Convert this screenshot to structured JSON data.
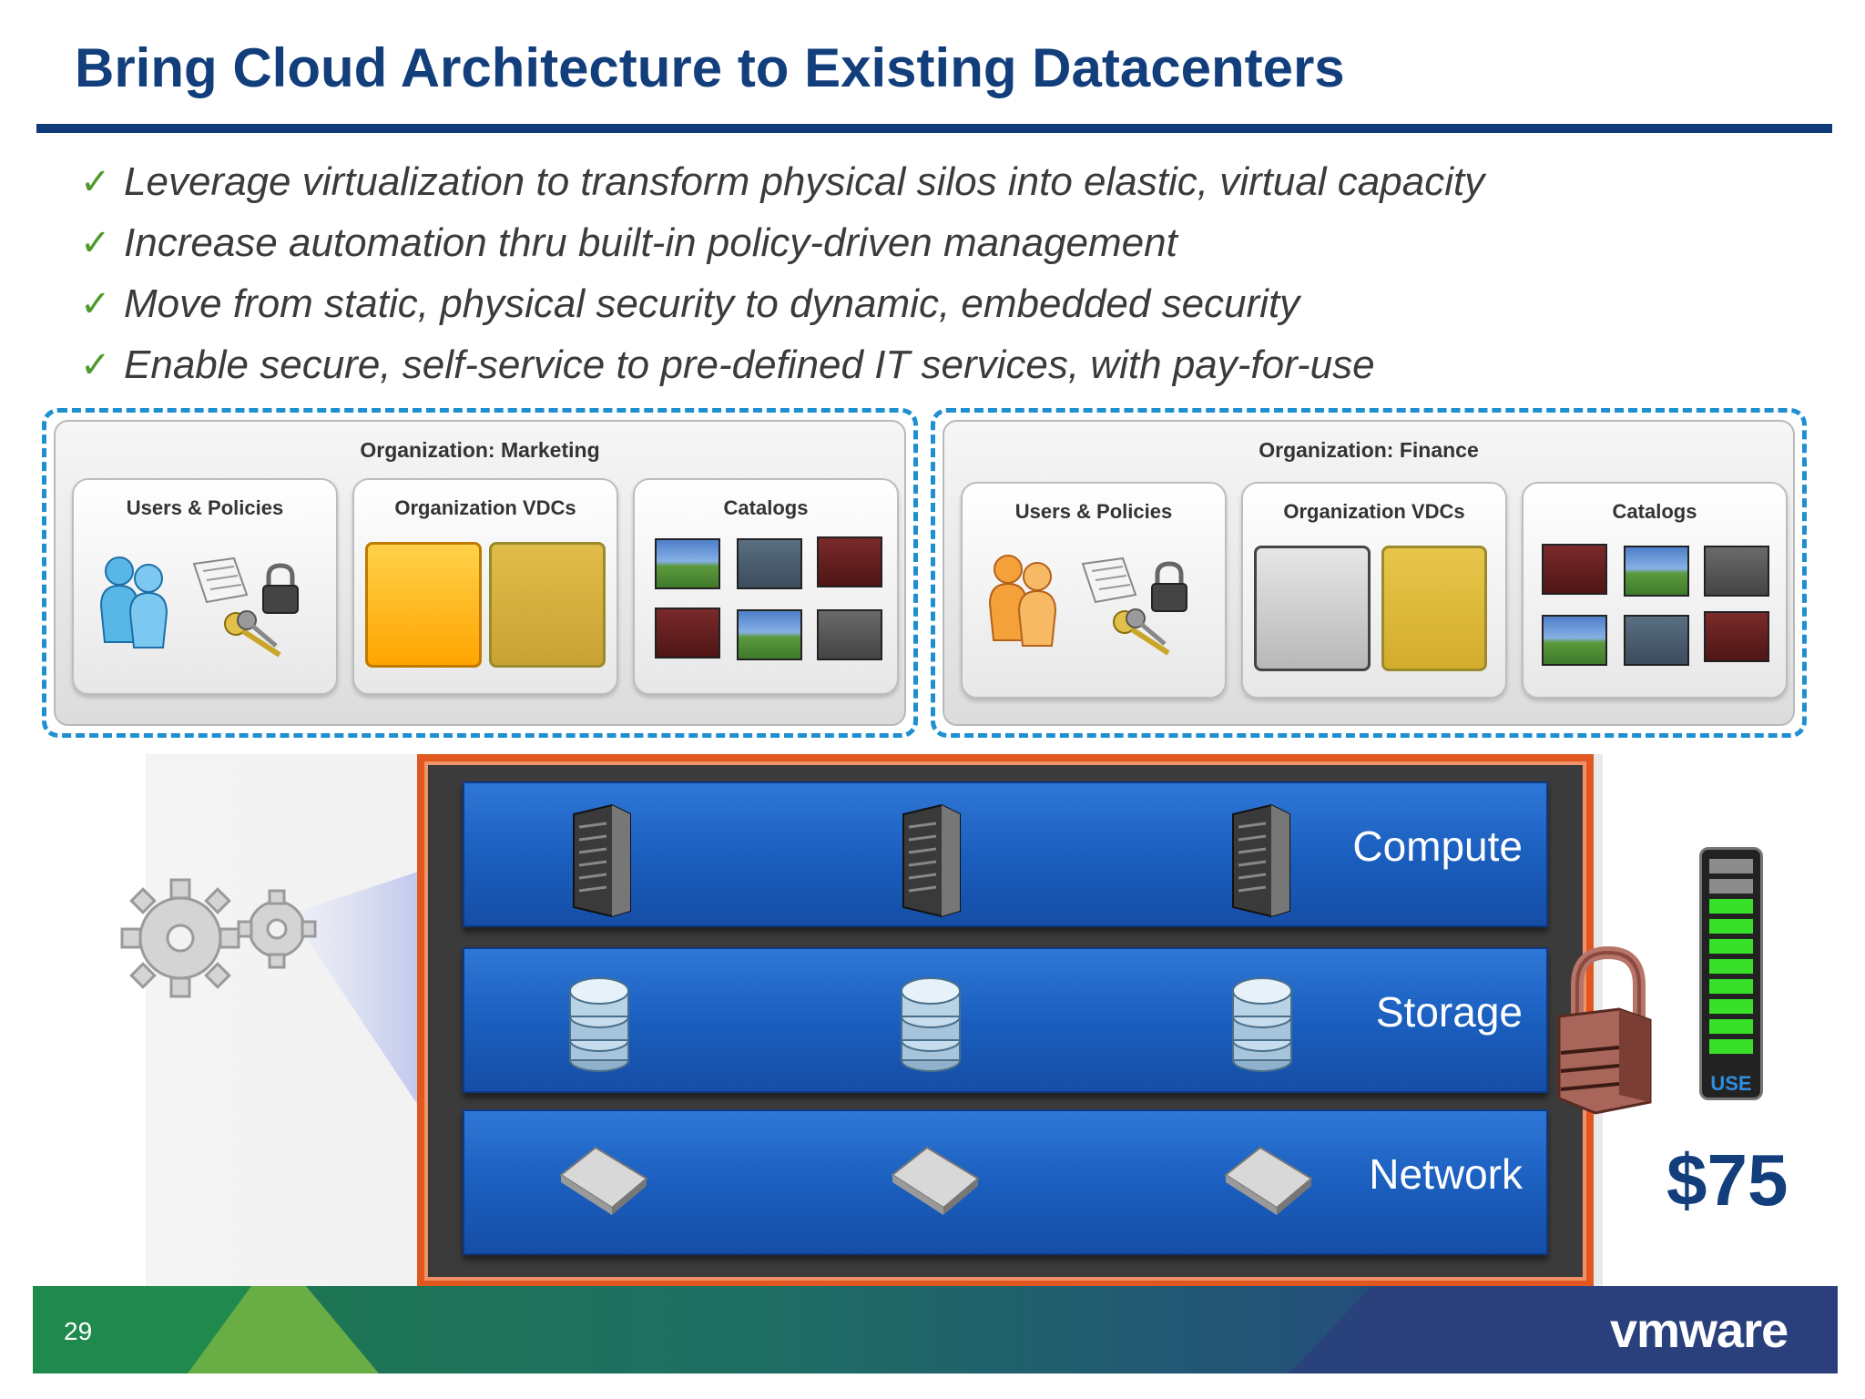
{
  "slide": {
    "title": "Bring Cloud Architecture to Existing Datacenters",
    "page_number": "29",
    "brand": "vmware"
  },
  "bullets": [
    {
      "text": "Leverage virtualization to transform physical silos into elastic, virtual capacity"
    },
    {
      "text": "Increase automation thru built-in policy-driven management"
    },
    {
      "text": "Move from static, physical security to dynamic, embedded security"
    },
    {
      "text": "Enable secure, self-service to pre-defined IT services, with pay-for-use"
    }
  ],
  "organizations": [
    {
      "label": "Organization: Marketing",
      "panels": [
        "Users & Policies",
        "Organization VDCs",
        "Catalogs"
      ],
      "vdc_colors": [
        "#ffb300",
        "#d6b03c"
      ],
      "users_color": "#59b7e8"
    },
    {
      "label": "Organization: Finance",
      "panels": [
        "Users & Policies",
        "Organization VDCs",
        "Catalogs"
      ],
      "vdc_colors": [
        "#c8c8c8",
        "#e0be3c"
      ],
      "users_color": "#f5a13a"
    }
  ],
  "infrastructure": {
    "layers": [
      "Compute",
      "Storage",
      "Network"
    ],
    "frame_color": "#e0581f",
    "layer_color": "#1b5fbf"
  },
  "meter": {
    "label": "USE",
    "segments_total": 10,
    "segments_on": 8
  },
  "price": "$75",
  "icons": {
    "check": "check-icon",
    "users": "users-icon",
    "policy": "scroll-icon",
    "lock": "padlock-icon",
    "keys": "keys-icon",
    "gear": "gear-icon",
    "server": "server-tower-icon",
    "storage": "database-icon",
    "network": "network-switch-icon"
  }
}
